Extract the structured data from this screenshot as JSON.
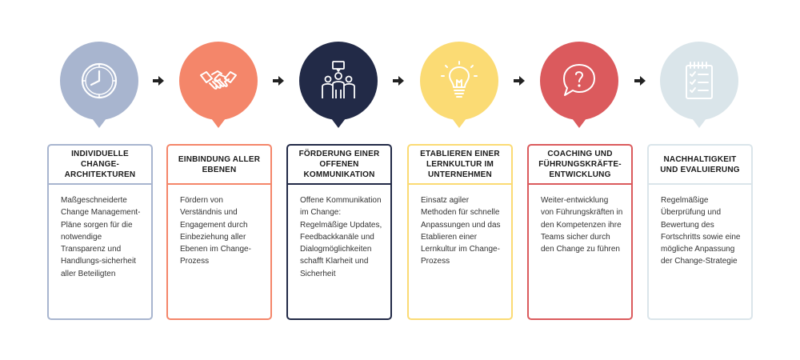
{
  "steps": [
    {
      "title": "INDIVIDUELLE CHANGE-ARCHITEKTUREN",
      "text": "Maßgeschneiderte Change Management-Pläne sorgen für die notwendige Transparenz und Handlungs-sicherheit aller Beteiligten",
      "color": "#a8b5cf",
      "icon": "clock-icon"
    },
    {
      "title": "EINBINDUNG ALLER EBENEN",
      "text": "Fördern von Verständnis und Engagement durch Einbeziehung aller Ebenen im Change-Prozess",
      "color": "#f4866a",
      "icon": "handshake-icon"
    },
    {
      "title": "FÖRDERUNG EINER OFFENEN KOMMUNIKATION",
      "text": "Offene Kommunikation im Change: Regelmäßige Updates, Feedbackkanäle und Dialogmöglichkeiten schafft Klarheit und Sicherheit",
      "color": "#222a47",
      "icon": "group-speech-icon"
    },
    {
      "title": "ETABLIEREN EINER LERNKULTUR IM UNTERNEHMEN",
      "text": "Einsatz agiler Methoden für schnelle Anpassungen und das Etablieren einer Lernkultur im Change-Prozess",
      "color": "#fbdb74",
      "icon": "lightbulb-icon"
    },
    {
      "title": "COACHING UND FÜHRUNGSKRÄFTE-ENTWICKLUNG",
      "text": "Weiter-entwicklung von Führungskräften in den Kompetenzen ihre Teams sicher durch den Change zu führen",
      "color": "#db5a5d",
      "icon": "question-bubble-icon"
    },
    {
      "title": "NACHHALTIGKEIT UND EVALUIERUNG",
      "text": "Regelmäßige Überprüfung und Bewertung des Fortschritts sowie eine mögliche Anpassung der Change-Strategie",
      "color": "#dae5ea",
      "icon": "checklist-icon"
    }
  ]
}
